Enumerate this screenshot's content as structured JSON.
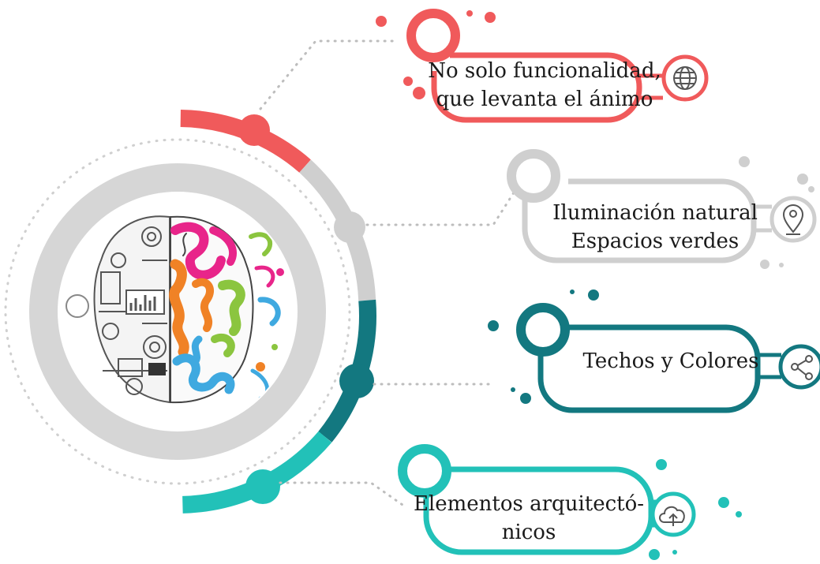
{
  "items": [
    {
      "lines": [
        "No solo funcionalidad,",
        "que levanta el ánimo"
      ],
      "icon": "globe-icon",
      "color": "#f05a5b"
    },
    {
      "lines": [
        "Iluminación natural",
        "Espacios verdes"
      ],
      "icon": "location-pin-icon",
      "color": "#c8c8c8"
    },
    {
      "lines": [
        "Techos y Colores"
      ],
      "icon": "share-icon",
      "color": "#137880"
    },
    {
      "lines": [
        "Elementos arquitectó-",
        "nicos"
      ],
      "icon": "cloud-upload-icon",
      "color": "#22c1b8"
    }
  ],
  "center_image": "brain-left-right-illustration"
}
